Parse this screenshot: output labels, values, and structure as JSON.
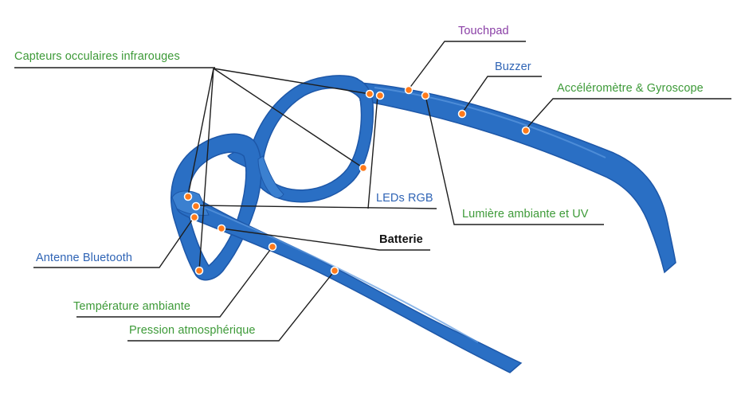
{
  "colors": {
    "frame": "#2a6fc4",
    "frame_dark": "#1d57a8",
    "frame_light": "#4f8fdb",
    "sensor_dot": "#ff7a1a",
    "leader_line": "#1e1e1e",
    "green_label": "#3d9a38",
    "blue_label": "#2f64b5",
    "purple_label": "#8a3fa6",
    "black_label": "#111111"
  },
  "labels": {
    "infrared": "Capteurs occulaires infrarouges",
    "touchpad": "Touchpad",
    "buzzer": "Buzzer",
    "accel": "Accéléromètre & Gyroscope",
    "leds": "LEDs RGB",
    "ambient_uv": "Lumière ambiante et UV",
    "battery": "Batterie",
    "bluetooth": "Antenne Bluetooth",
    "temperature": "Température ambiante",
    "pressure": "Pression atmosphérique"
  }
}
